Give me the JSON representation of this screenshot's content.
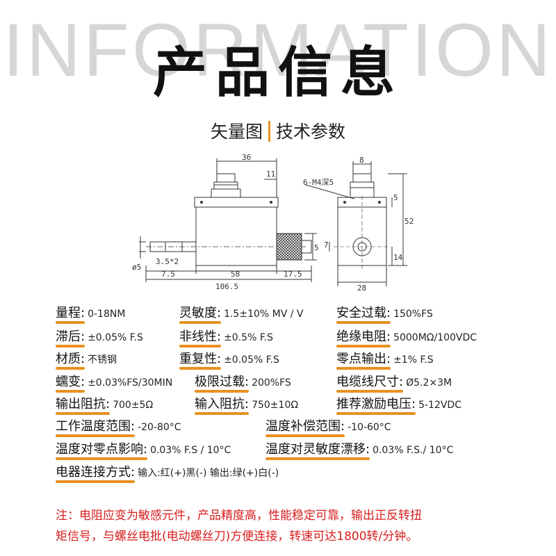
{
  "header": {
    "watermark": "INFORMATION",
    "title": "产品信息",
    "subtitle_left": "矢量图",
    "subtitle_right": "技术参数"
  },
  "drawing": {
    "dims": {
      "d36": "36",
      "d11": "11",
      "d8": "8",
      "thread": "6-M4深5",
      "d5": "5",
      "d52": "52",
      "d5b": "5",
      "d7": "7",
      "d14": "14",
      "d28": "28",
      "phi5": "ø5",
      "d35": "3.5*2",
      "d75": "7.5",
      "d58": "58",
      "d175": "17.5",
      "d1065": "106.5"
    }
  },
  "specs": [
    {
      "label": "量程:",
      "value": "0-18NM"
    },
    {
      "label": "灵敏度:",
      "value": "1.5±10% MV / V"
    },
    {
      "label": "安全过载:",
      "value": "150%FS"
    },
    {
      "label": "滞后:",
      "value": "±0.05% F.S"
    },
    {
      "label": "非线性:",
      "value": "±0.5% F.S"
    },
    {
      "label": "绝缘电阻:",
      "value": "5000MΩ/100VDC"
    },
    {
      "label": "材质:",
      "value": "不锈钢"
    },
    {
      "label": "重复性:",
      "value": "±0.05% F.S"
    },
    {
      "label": "零点输出:",
      "value": "±1% F.S"
    },
    {
      "label": "蠕变:",
      "value": "±0.03%FS/30MIN"
    },
    {
      "label": "极限过载:",
      "value": "200%FS"
    },
    {
      "label": "电缆线尺寸:",
      "value": "Ø5.2×3M"
    },
    {
      "label": "输出阻抗:",
      "value": "700±5Ω"
    },
    {
      "label": "输入阻抗:",
      "value": "750±10Ω"
    },
    {
      "label": "推荐激励电压:",
      "value": "5-12VDC"
    },
    {
      "label": "工作温度范围:",
      "value": "-20-80°C"
    },
    {
      "label": "温度补偿范围:",
      "value": "-10-60°C"
    },
    {
      "label": "温度对零点影响:",
      "value": "0.03% F.S / 10°C"
    },
    {
      "label": "温度对灵敏度漂移:",
      "value": "0.03% F.S./ 10°C"
    },
    {
      "label": "电器连接方式:",
      "value": "输入:红(+)黑(-)  输出:绿(+)白(-)"
    }
  ],
  "note": {
    "line1": "注：电阻应变为敏感元件，产品精度高，性能稳定可靠，输出正反转扭",
    "line2": "矩信号，与螺丝电批(电动螺丝刀)方便连接，转速可达1800转/分钟。"
  }
}
